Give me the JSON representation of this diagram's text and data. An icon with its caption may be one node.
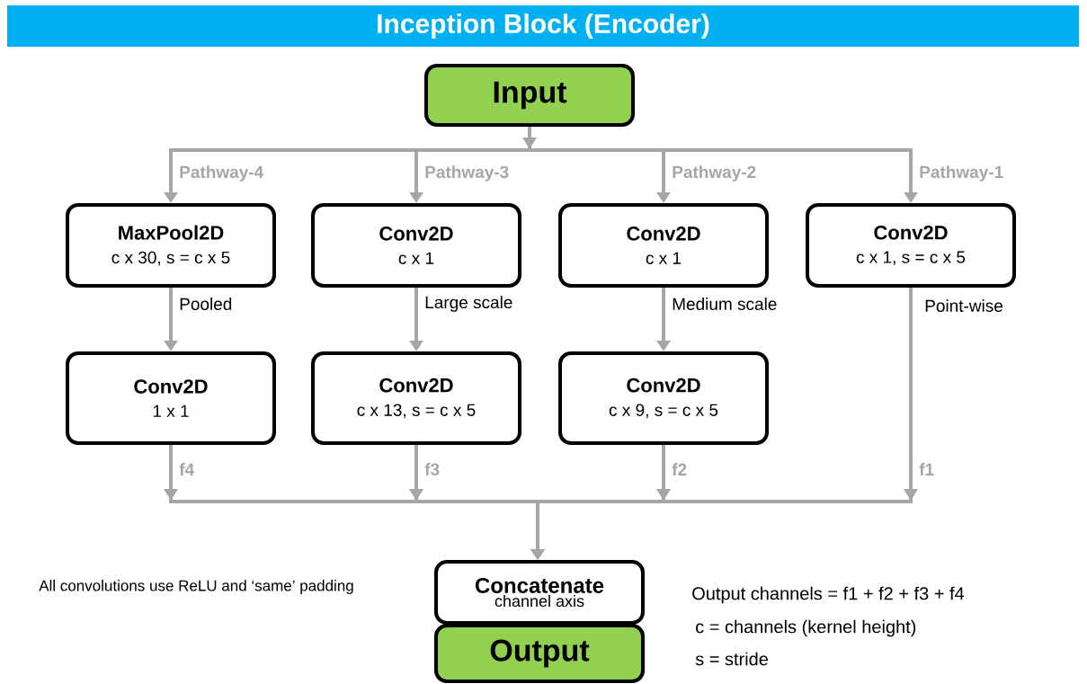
{
  "diagram": {
    "title": "Inception Block (Encoder)",
    "nodes": [
      {
        "text": [
          "Input"
        ]
      },
      {
        "text": [
          "MaxPool2D",
          "c x 30, s = c x 5"
        ]
      },
      {
        "text": [
          "Conv2D",
          "c x 1"
        ]
      },
      {
        "text": [
          "Conv2D",
          "c x 1"
        ]
      },
      {
        "text": [
          "Conv2D",
          "c x 1, s = c x 5"
        ],
        "beside": [
          "Point-wise"
        ]
      },
      {
        "text": [
          "Conv2D",
          "1 x 1"
        ]
      },
      {
        "text": [
          "Conv2D",
          "c x 13, s = c x 5"
        ]
      },
      {
        "text": [
          "Conv2D",
          "c x 9, s = c x 5"
        ]
      },
      {
        "text": [
          "Concatenate",
          "channel axis"
        ]
      },
      {
        "text": [
          "Output"
        ]
      }
    ],
    "edges": [
      {
        "from": 0,
        "to": 1,
        "arrow": "to",
        "label": "Pathway-4"
      },
      {
        "from": 0,
        "to": 2,
        "arrow": "to",
        "label": "Pathway-3"
      },
      {
        "from": 0,
        "to": 3,
        "arrow": "to",
        "label": "Pathway-2"
      },
      {
        "from": 0,
        "to": 4,
        "arrow": "to",
        "label": "Pathway-1"
      },
      {
        "from": 1,
        "to": 5,
        "arrow": "to",
        "label": "Pooled"
      },
      {
        "from": 2,
        "to": 6,
        "arrow": "to",
        "label": "Large scale"
      },
      {
        "from": 3,
        "to": 7,
        "arrow": "to",
        "label": "Medium scale"
      },
      {
        "from": 5,
        "to": 8,
        "arrow": "to",
        "label": "f4"
      },
      {
        "from": 6,
        "to": 8,
        "arrow": "to",
        "label": "f3"
      },
      {
        "from": 7,
        "to": 8,
        "arrow": "to",
        "label": "f2"
      },
      {
        "from": 4,
        "to": 8,
        "arrow": "to",
        "label": "f1"
      }
    ],
    "labels": [
      "All convolutions use ReLU and ‘same’ padding",
      "Output channels = f1 + f2 + f3 + f4",
      "c = channels (kernel height)",
      "s = stride"
    ]
  }
}
